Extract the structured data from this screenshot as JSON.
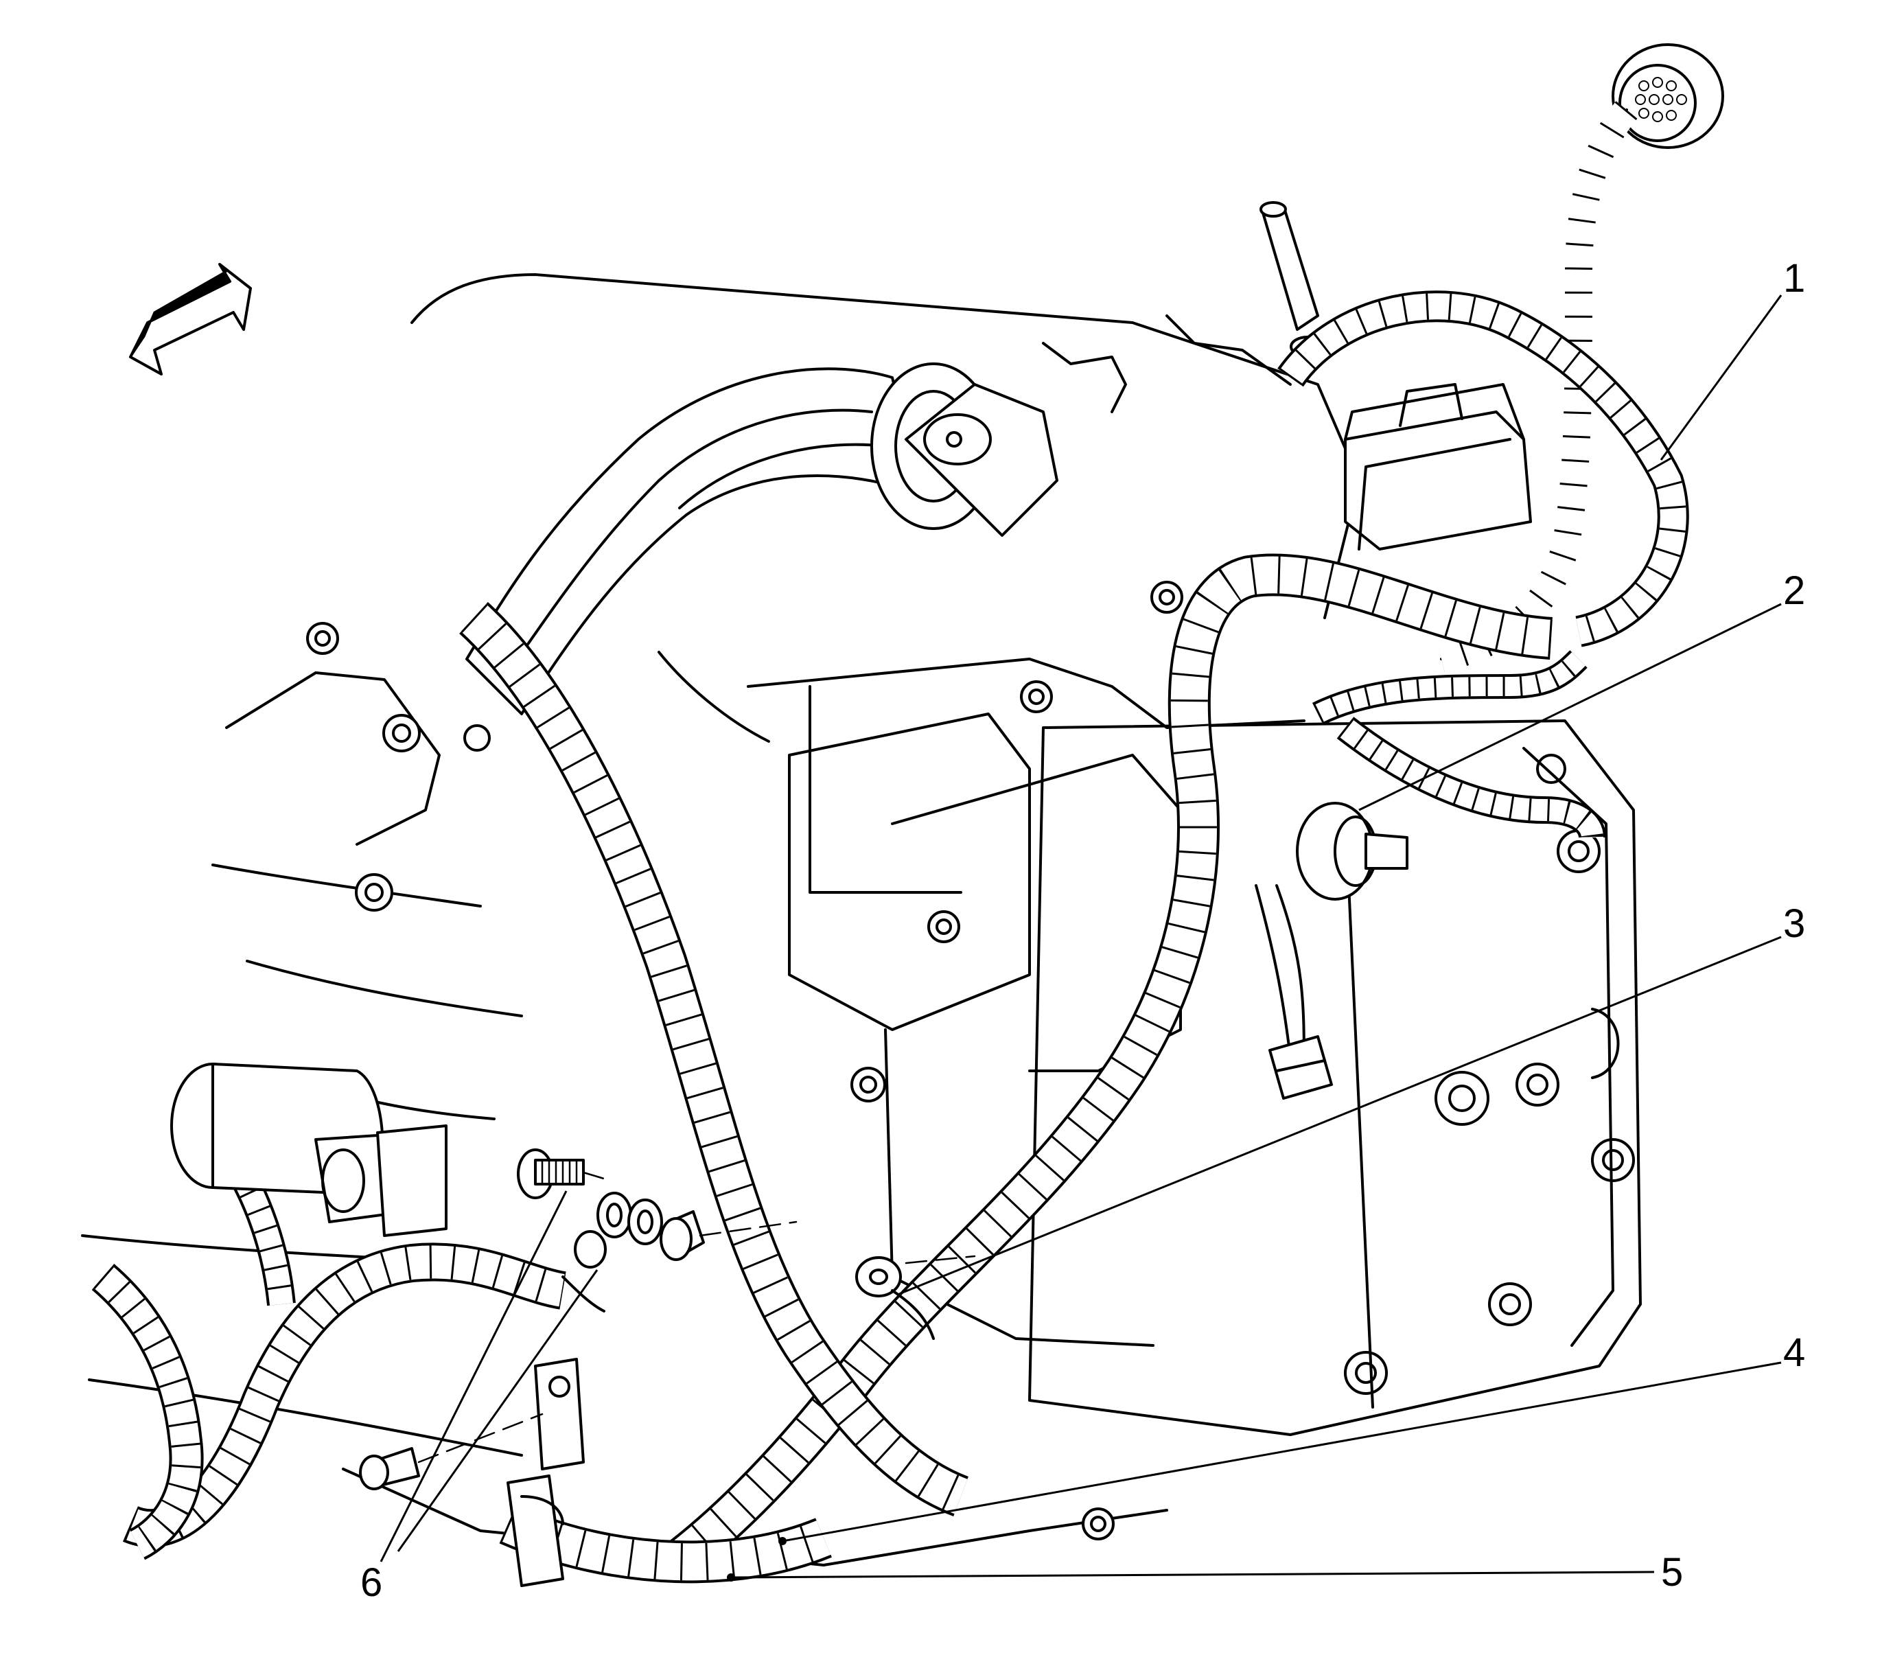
{
  "diagram": {
    "callouts": [
      {
        "id": "1",
        "label": "1"
      },
      {
        "id": "2",
        "label": "2"
      },
      {
        "id": "3",
        "label": "3"
      },
      {
        "id": "4",
        "label": "4"
      },
      {
        "id": "5",
        "label": "5"
      },
      {
        "id": "6",
        "label": "6"
      }
    ],
    "orientation_arrow": "front-arrow-icon",
    "colors": {
      "ink": "#000000",
      "paper": "#ffffff"
    }
  }
}
